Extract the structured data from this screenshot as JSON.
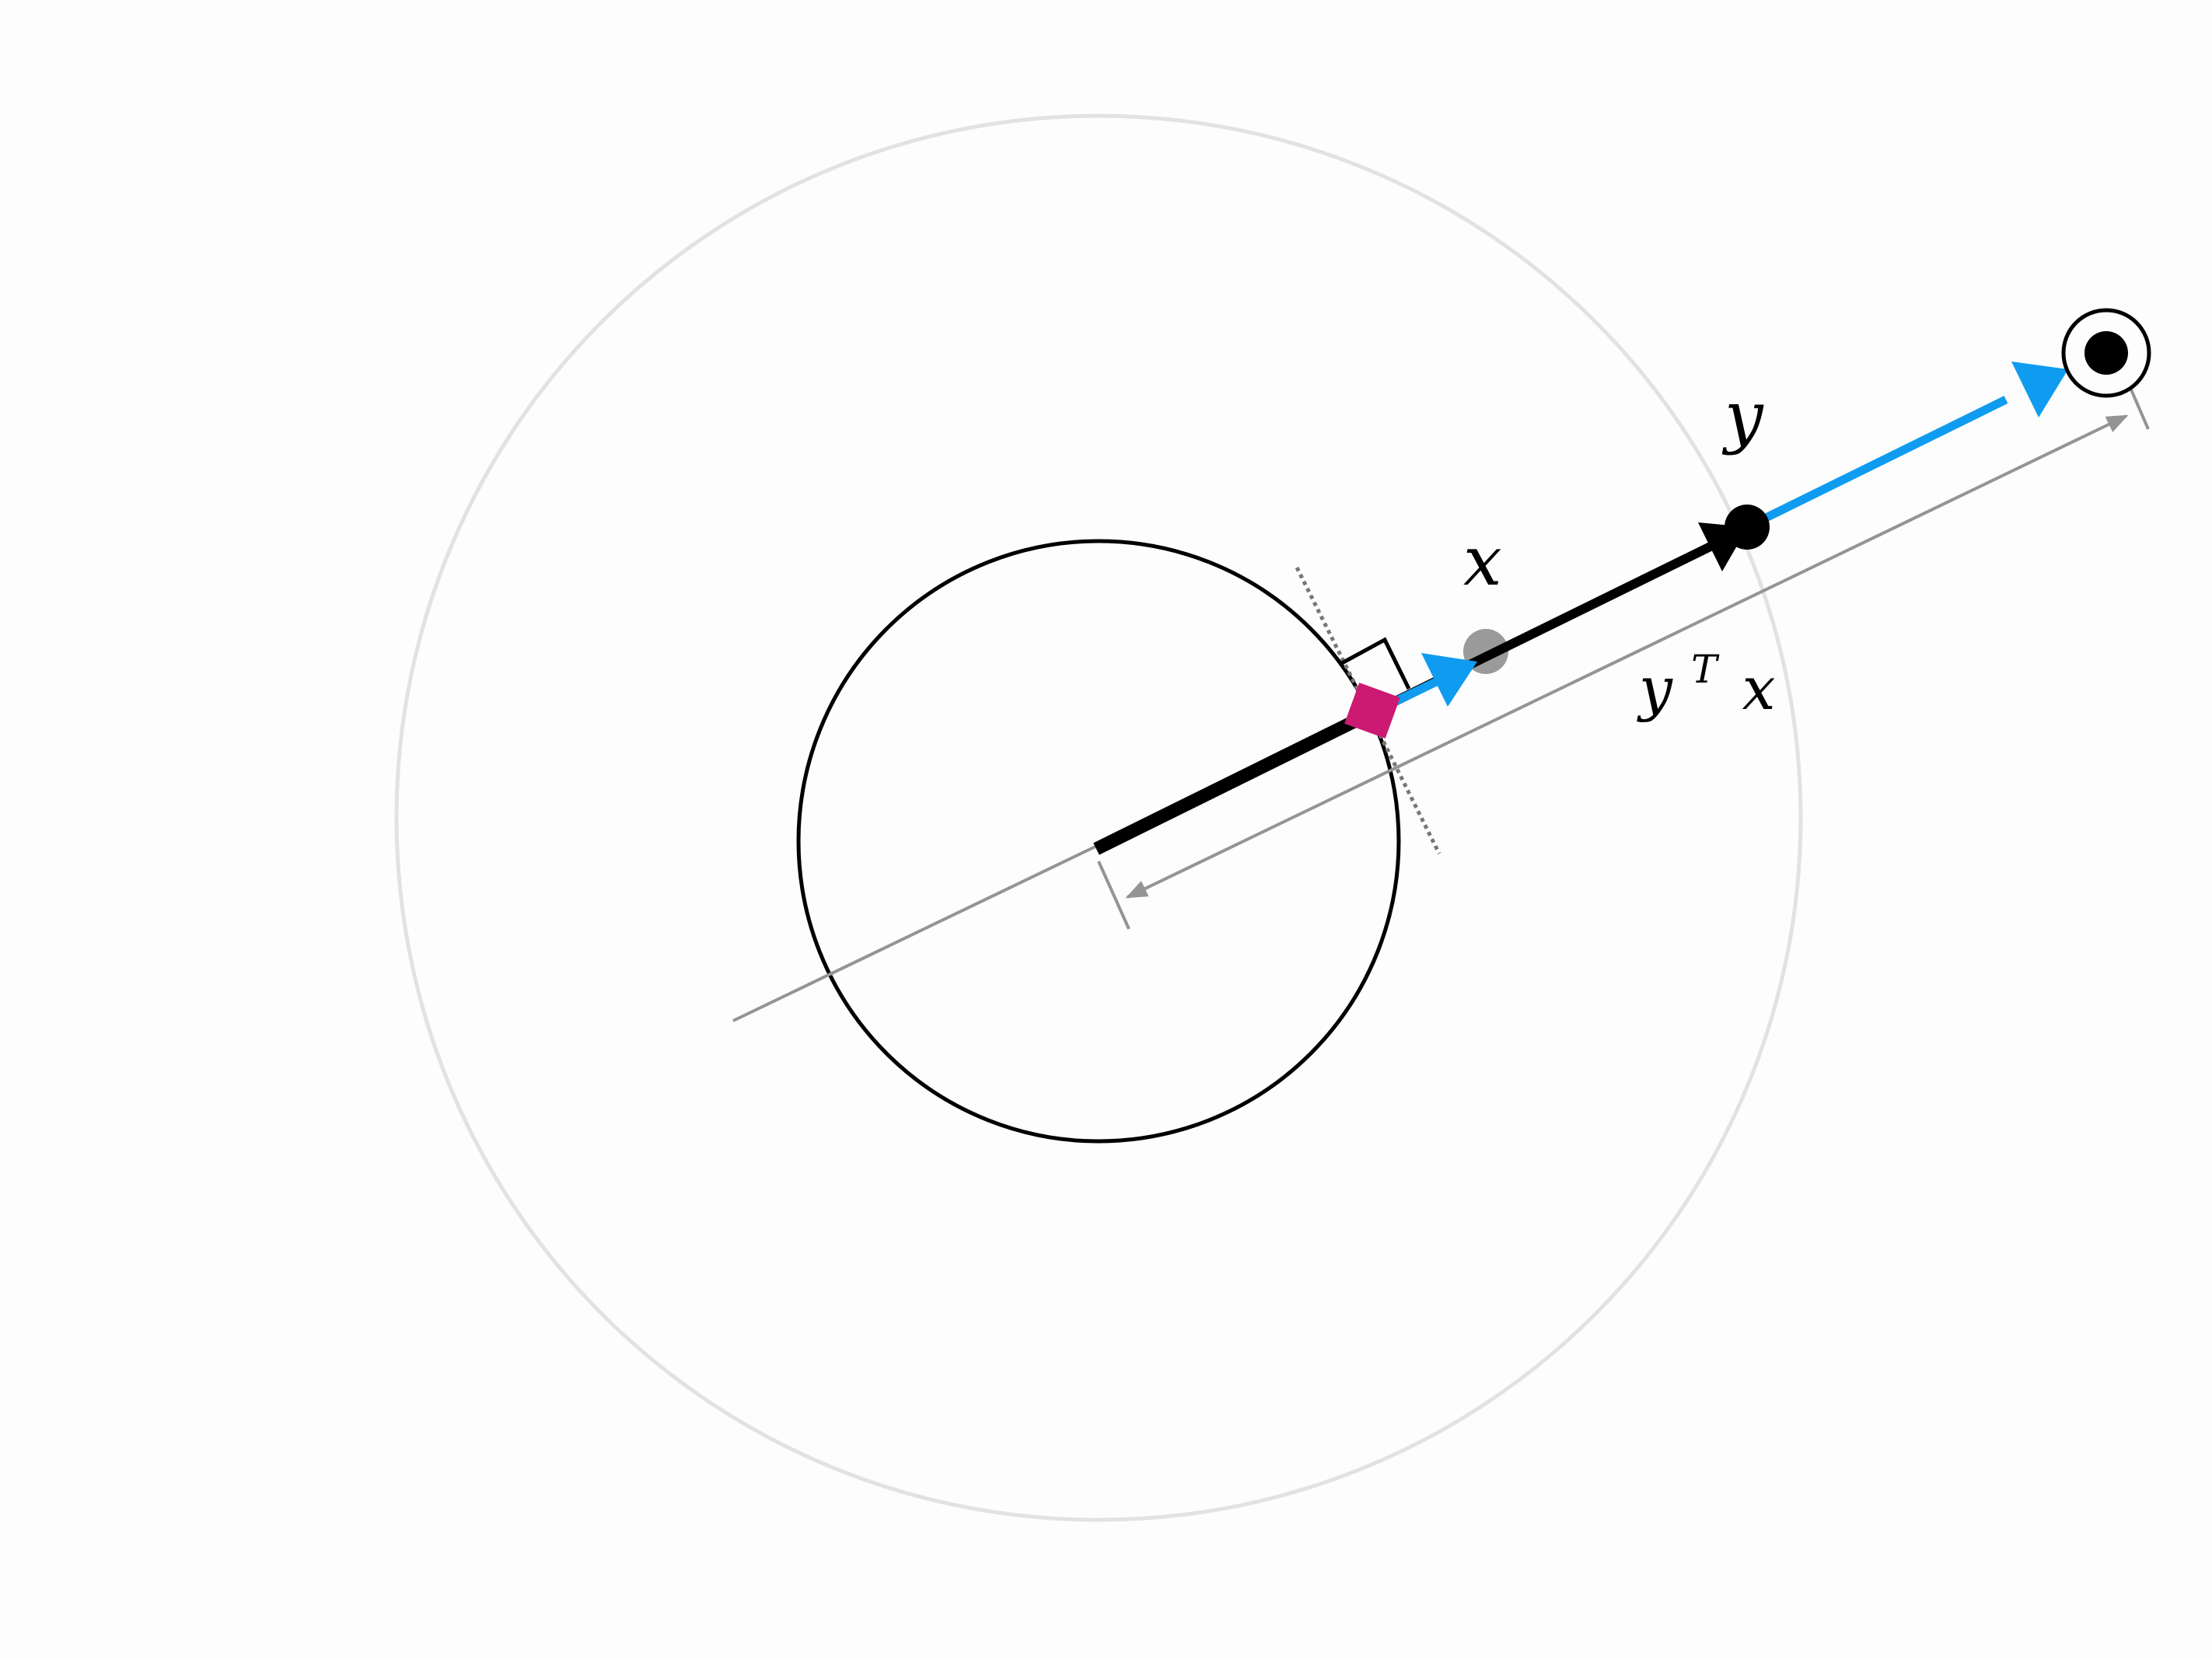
{
  "labels": {
    "x": "x",
    "y": "y",
    "projection_base": "y",
    "projection_sup": "T",
    "projection_var": "x"
  },
  "colors": {
    "background": "#fdfdfd",
    "outer_circle": "#e2e2e2",
    "inner_circle": "#000000",
    "radius_segment": "#000000",
    "projection_axis": "#949494",
    "blue_arrow": "#0f9cf0",
    "magenta_marker": "#cc1a73",
    "x_point": "#9a9a9a",
    "tangent_line": "#777777"
  },
  "icons": {
    "target": "circled-dot-icon",
    "projection_marker": "square-marker-icon"
  }
}
